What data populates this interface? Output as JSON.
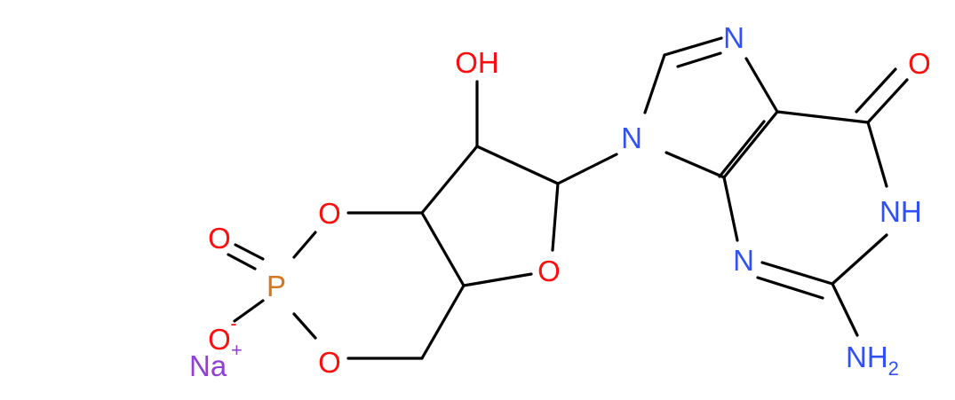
{
  "colors": {
    "bond": "#000000",
    "oxygen": "#ff0d0d",
    "nitrogen": "#3050f8",
    "phosphorus": "#d2781e",
    "sodium": "#8f40d4"
  },
  "labels": {
    "oh": "OH",
    "o_ring1": "O",
    "o_ring2": "O",
    "o_ring3": "O",
    "o_double": "O",
    "o_minus": "O",
    "minus": "-",
    "p": "P",
    "n7": "N",
    "n9": "N",
    "n3": "N",
    "nh": "NH",
    "carbonyl_o": "O",
    "nh2": "NH",
    "nh2_sub": "2",
    "na": "Na",
    "plus": "+"
  }
}
